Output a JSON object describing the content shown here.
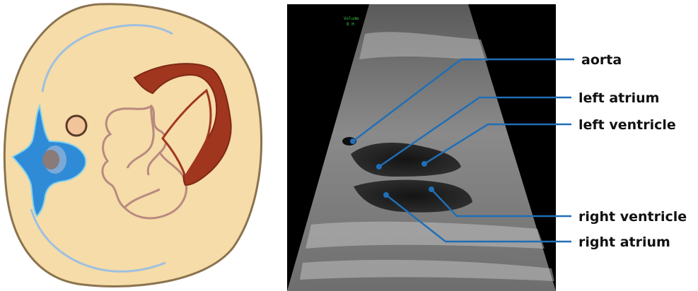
{
  "diagram": {
    "labels": {
      "aorta": "aorta",
      "left_atrium": "left atrium",
      "left_ventricle": "left ventricle",
      "right_ventricle": "right ventricle",
      "right_atrium": "right atrium"
    },
    "colors": {
      "body_fill": "#f5dca8",
      "body_outline": "#8b7350",
      "spine_blue": "#2f8bd6",
      "heart_wall": "#a0361e",
      "heart_chamber_outline": "#b88a80",
      "esophagus_fill": "#f2c49a",
      "leader_line": "#1f6fb6",
      "ultrasound_bg": "#000000"
    },
    "icons": [
      "transverse-section-illustration",
      "ultrasound-image"
    ]
  }
}
